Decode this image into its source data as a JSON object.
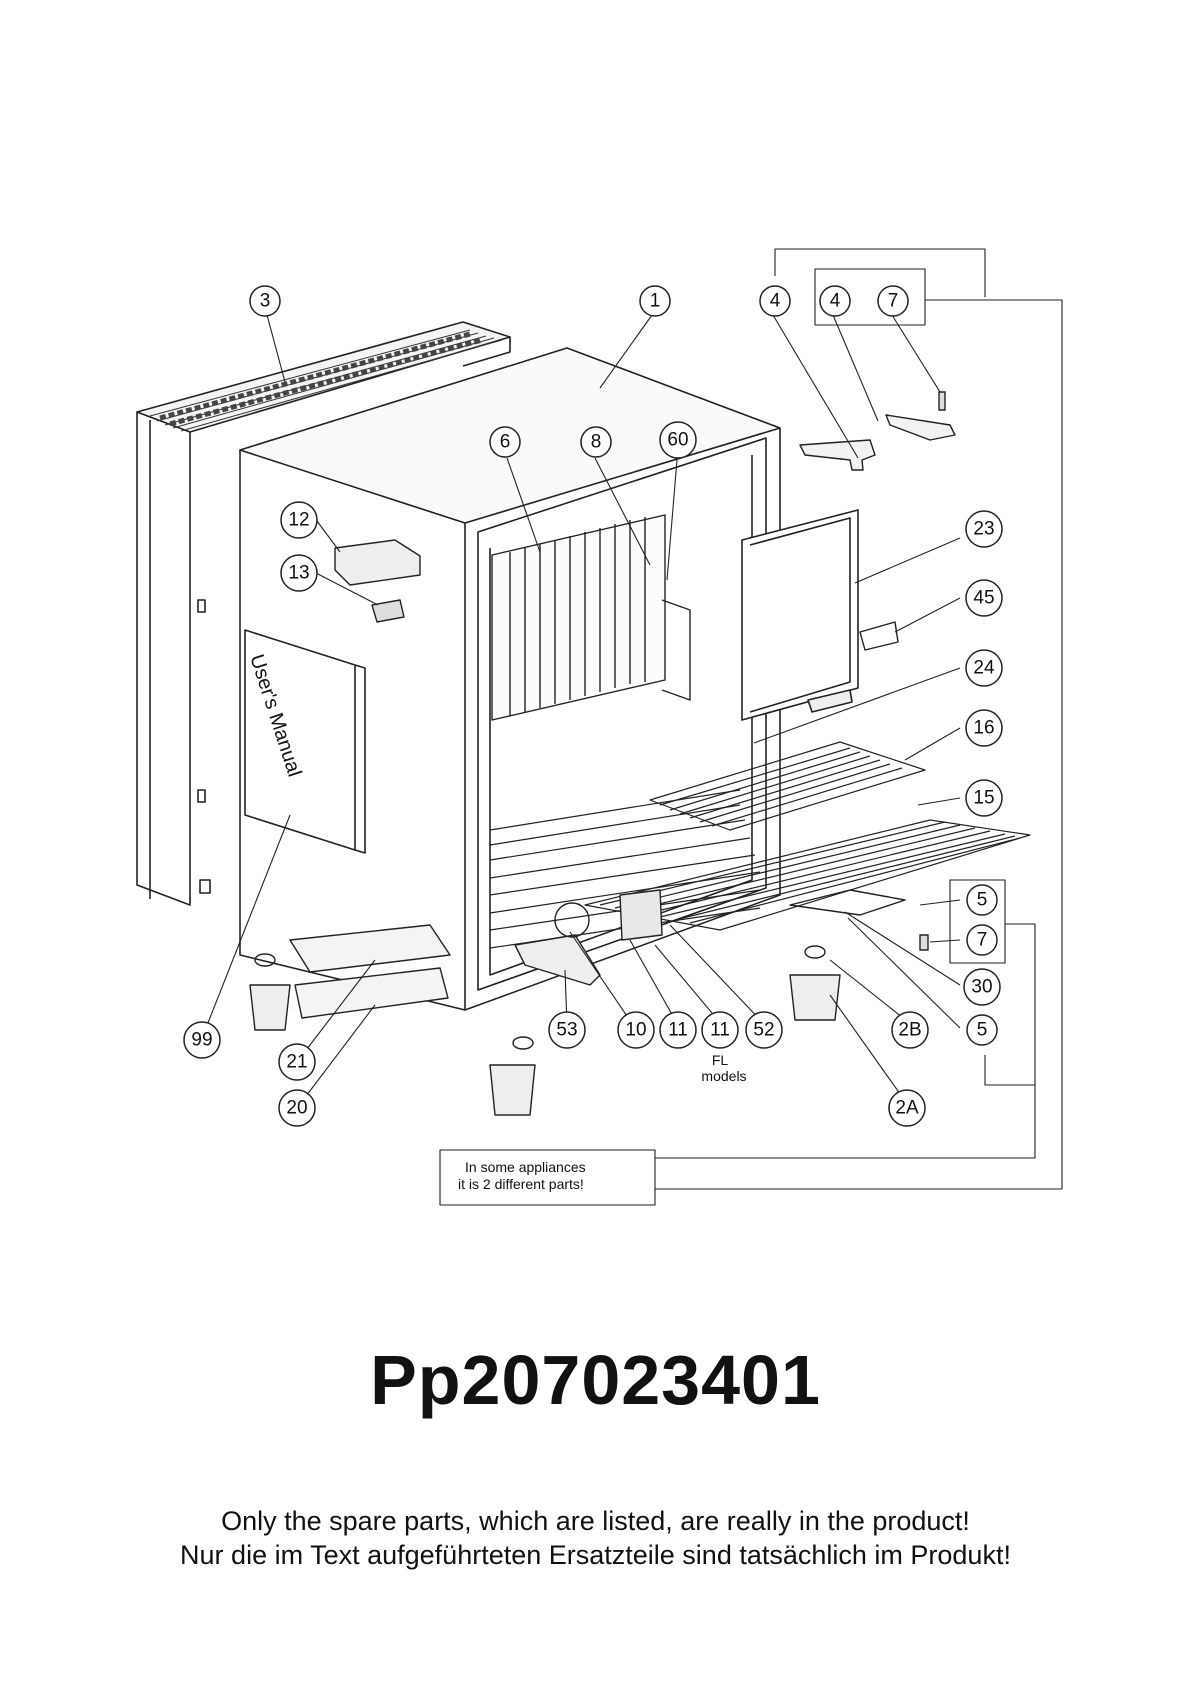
{
  "callouts": [
    "3",
    "1",
    "4",
    "4",
    "7",
    "6",
    "8",
    "60",
    "12",
    "13",
    "23",
    "45",
    "24",
    "16",
    "15",
    "5",
    "7",
    "30",
    "5",
    "99",
    "53",
    "10",
    "11",
    "11",
    "52",
    "2B",
    "21",
    "20",
    "2A"
  ],
  "fl_note": {
    "line1": "FL",
    "line2": "models"
  },
  "manual_label": "User's Manual",
  "info_box": {
    "line1": "In some appliances",
    "line2": "it is 2 different parts!"
  },
  "model_number": "Pp207023401",
  "footnote": {
    "en": "Only the spare parts, which are listed, are really in the product!",
    "de": "Nur die im Text aufgeführteten Ersatzteile sind tatsächlich im Produkt!"
  }
}
